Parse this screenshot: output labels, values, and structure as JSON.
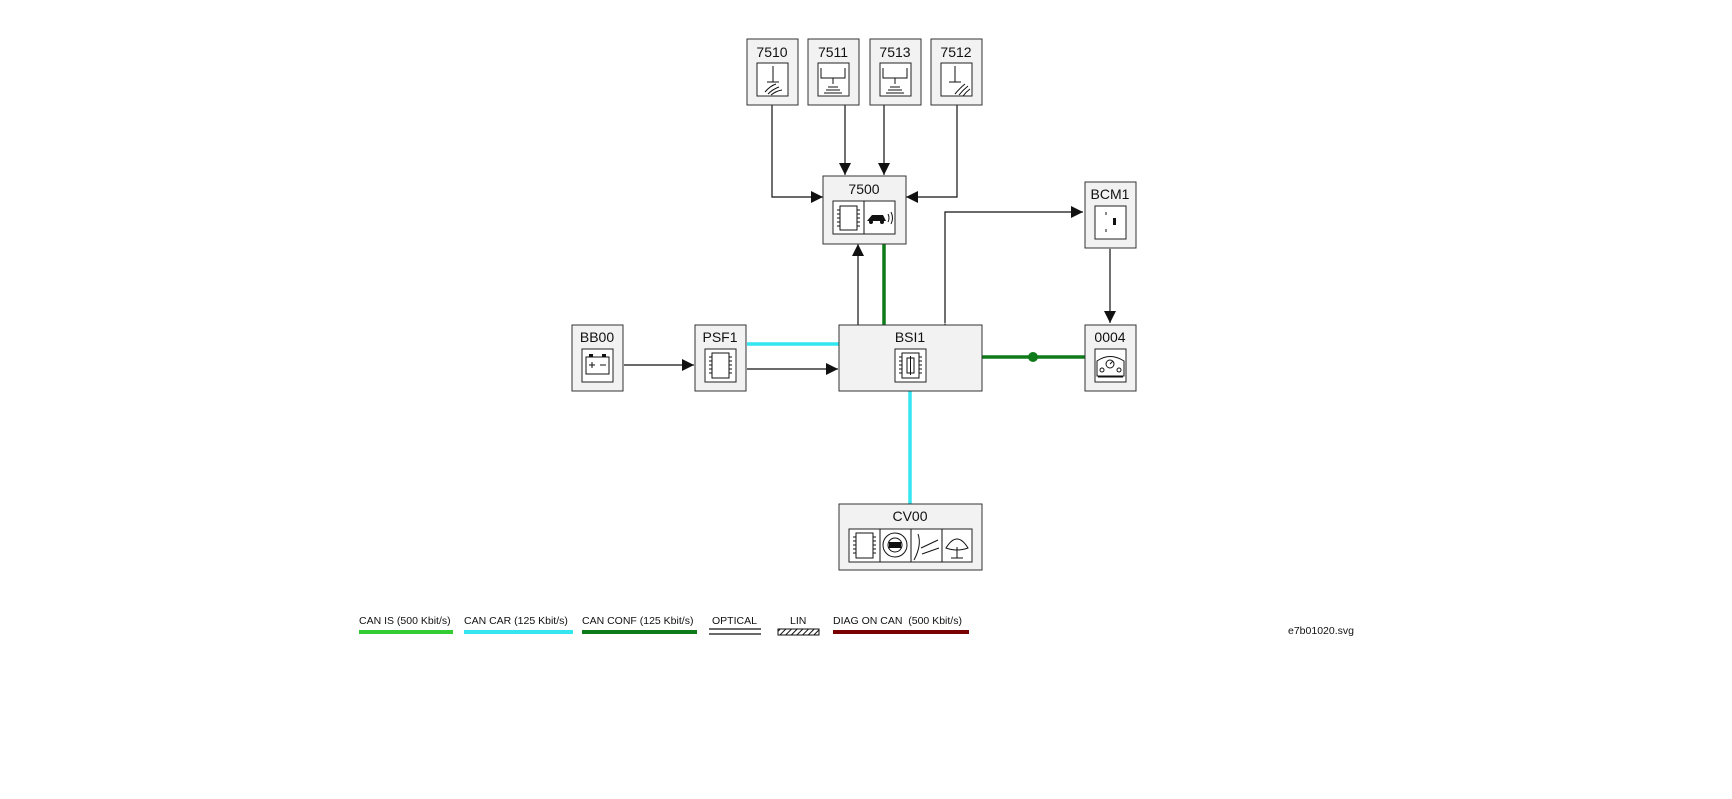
{
  "diagram": {
    "nodes": {
      "n7510": "7510",
      "n7511": "7511",
      "n7513": "7513",
      "n7512": "7512",
      "n7500": "7500",
      "bcm1": "BCM1",
      "bb00": "BB00",
      "psf1": "PSF1",
      "bsi1": "BSI1",
      "n0004": "0004",
      "cv00": "CV00"
    },
    "icons": {
      "n7510": "parking-sensor-icon",
      "n7511": "parking-sensor-icon",
      "n7513": "parking-sensor-icon",
      "n7512": "parking-sensor-icon",
      "n7500": "parking-assist-ecu-icon",
      "bcm1": "door-module-icon",
      "bb00": "battery-icon",
      "psf1": "fuse-box-icon",
      "bsi1": "body-computer-icon",
      "n0004": "instrument-panel-icon",
      "cv00": "steering-column-module-icon"
    },
    "connections": [
      {
        "from": "7510",
        "to": "7500",
        "type": "wire"
      },
      {
        "from": "7511",
        "to": "7500",
        "type": "wire"
      },
      {
        "from": "7513",
        "to": "7500",
        "type": "wire"
      },
      {
        "from": "7512",
        "to": "7500",
        "type": "wire"
      },
      {
        "from": "BSI1",
        "to": "7500",
        "type": "wire"
      },
      {
        "from": "7500",
        "to": "BSI1",
        "type": "CAN CONF"
      },
      {
        "from": "BSI1",
        "to": "BCM1",
        "type": "wire"
      },
      {
        "from": "BCM1",
        "to": "0004",
        "type": "wire"
      },
      {
        "from": "BSI1",
        "to": "0004",
        "type": "CAN CONF"
      },
      {
        "from": "BB00",
        "to": "PSF1",
        "type": "wire"
      },
      {
        "from": "PSF1",
        "to": "BSI1",
        "type": "wire"
      },
      {
        "from": "PSF1",
        "to": "BSI1",
        "type": "CAN CAR"
      },
      {
        "from": "BSI1",
        "to": "CV00",
        "type": "CAN CAR"
      }
    ]
  },
  "legend": [
    {
      "label": "CAN IS (500 Kbit/s)",
      "color": "#33cc33",
      "style": "solid"
    },
    {
      "label": "CAN CAR (125 Kbit/s)",
      "color": "#33e6f0",
      "style": "solid"
    },
    {
      "label": "CAN CONF (125 Kbit/s)",
      "color": "#0f7a1a",
      "style": "solid"
    },
    {
      "label": "OPTICAL",
      "color": "#111111",
      "style": "double"
    },
    {
      "label": "LIN",
      "color": "#111111",
      "style": "hatched"
    },
    {
      "label": "DIAG ON CAN  (500 Kbit/s)",
      "color": "#7a0000",
      "style": "solid"
    }
  ],
  "filename": "e7b01020.svg",
  "colors": {
    "can_conf": "#0f7a1a",
    "can_car": "#33e6f0",
    "box_fill": "#f2f2f2"
  }
}
